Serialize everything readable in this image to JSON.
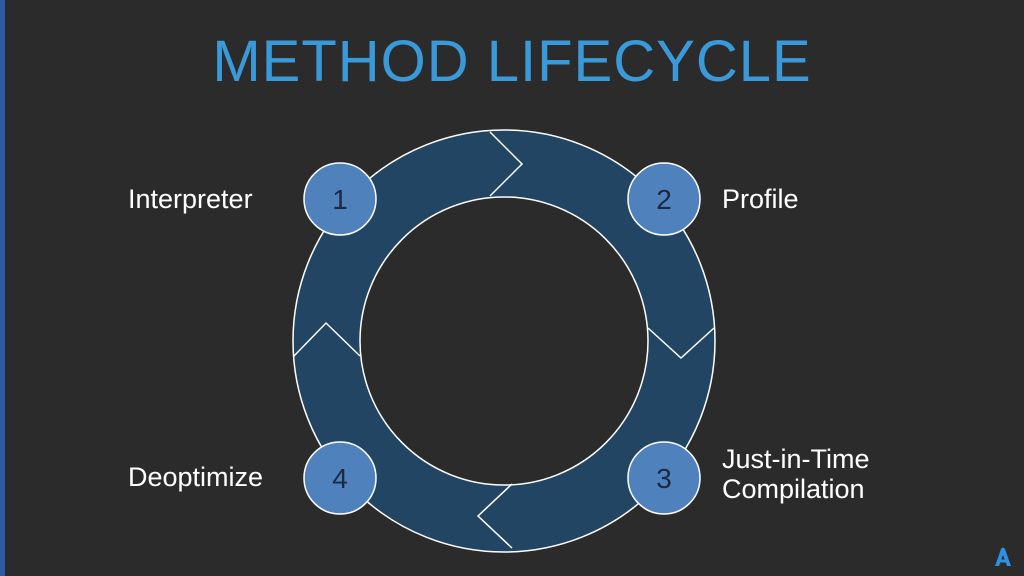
{
  "title": "METHOD LIFECYCLE",
  "steps": [
    {
      "number": "1",
      "label": "Interpreter"
    },
    {
      "number": "2",
      "label": "Profile"
    },
    {
      "number": "3",
      "label": "Just-in-Time Compilation"
    },
    {
      "number": "4",
      "label": "Deoptimize"
    }
  ],
  "colors": {
    "background": "#2b2b2b",
    "title": "#3a9ad9",
    "ring": "#224563",
    "node": "#4f81bd",
    "stripe": "#2e5aa8"
  },
  "icons": {
    "logo": "brand-logo-icon"
  }
}
